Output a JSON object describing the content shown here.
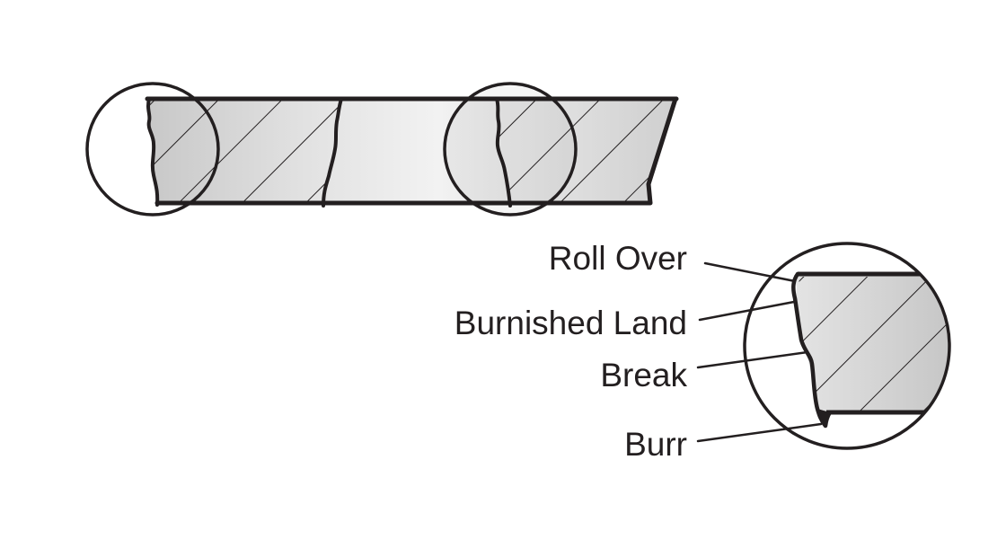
{
  "colors": {
    "ink": "#231f20",
    "fill_dark": "#d0d0d0",
    "fill_light": "#ececec",
    "background": "#ffffff"
  },
  "callouts": {
    "roll_over": "Roll Over",
    "burnished_land": "Burnished Land",
    "break": "Break",
    "burr": "Burr"
  }
}
